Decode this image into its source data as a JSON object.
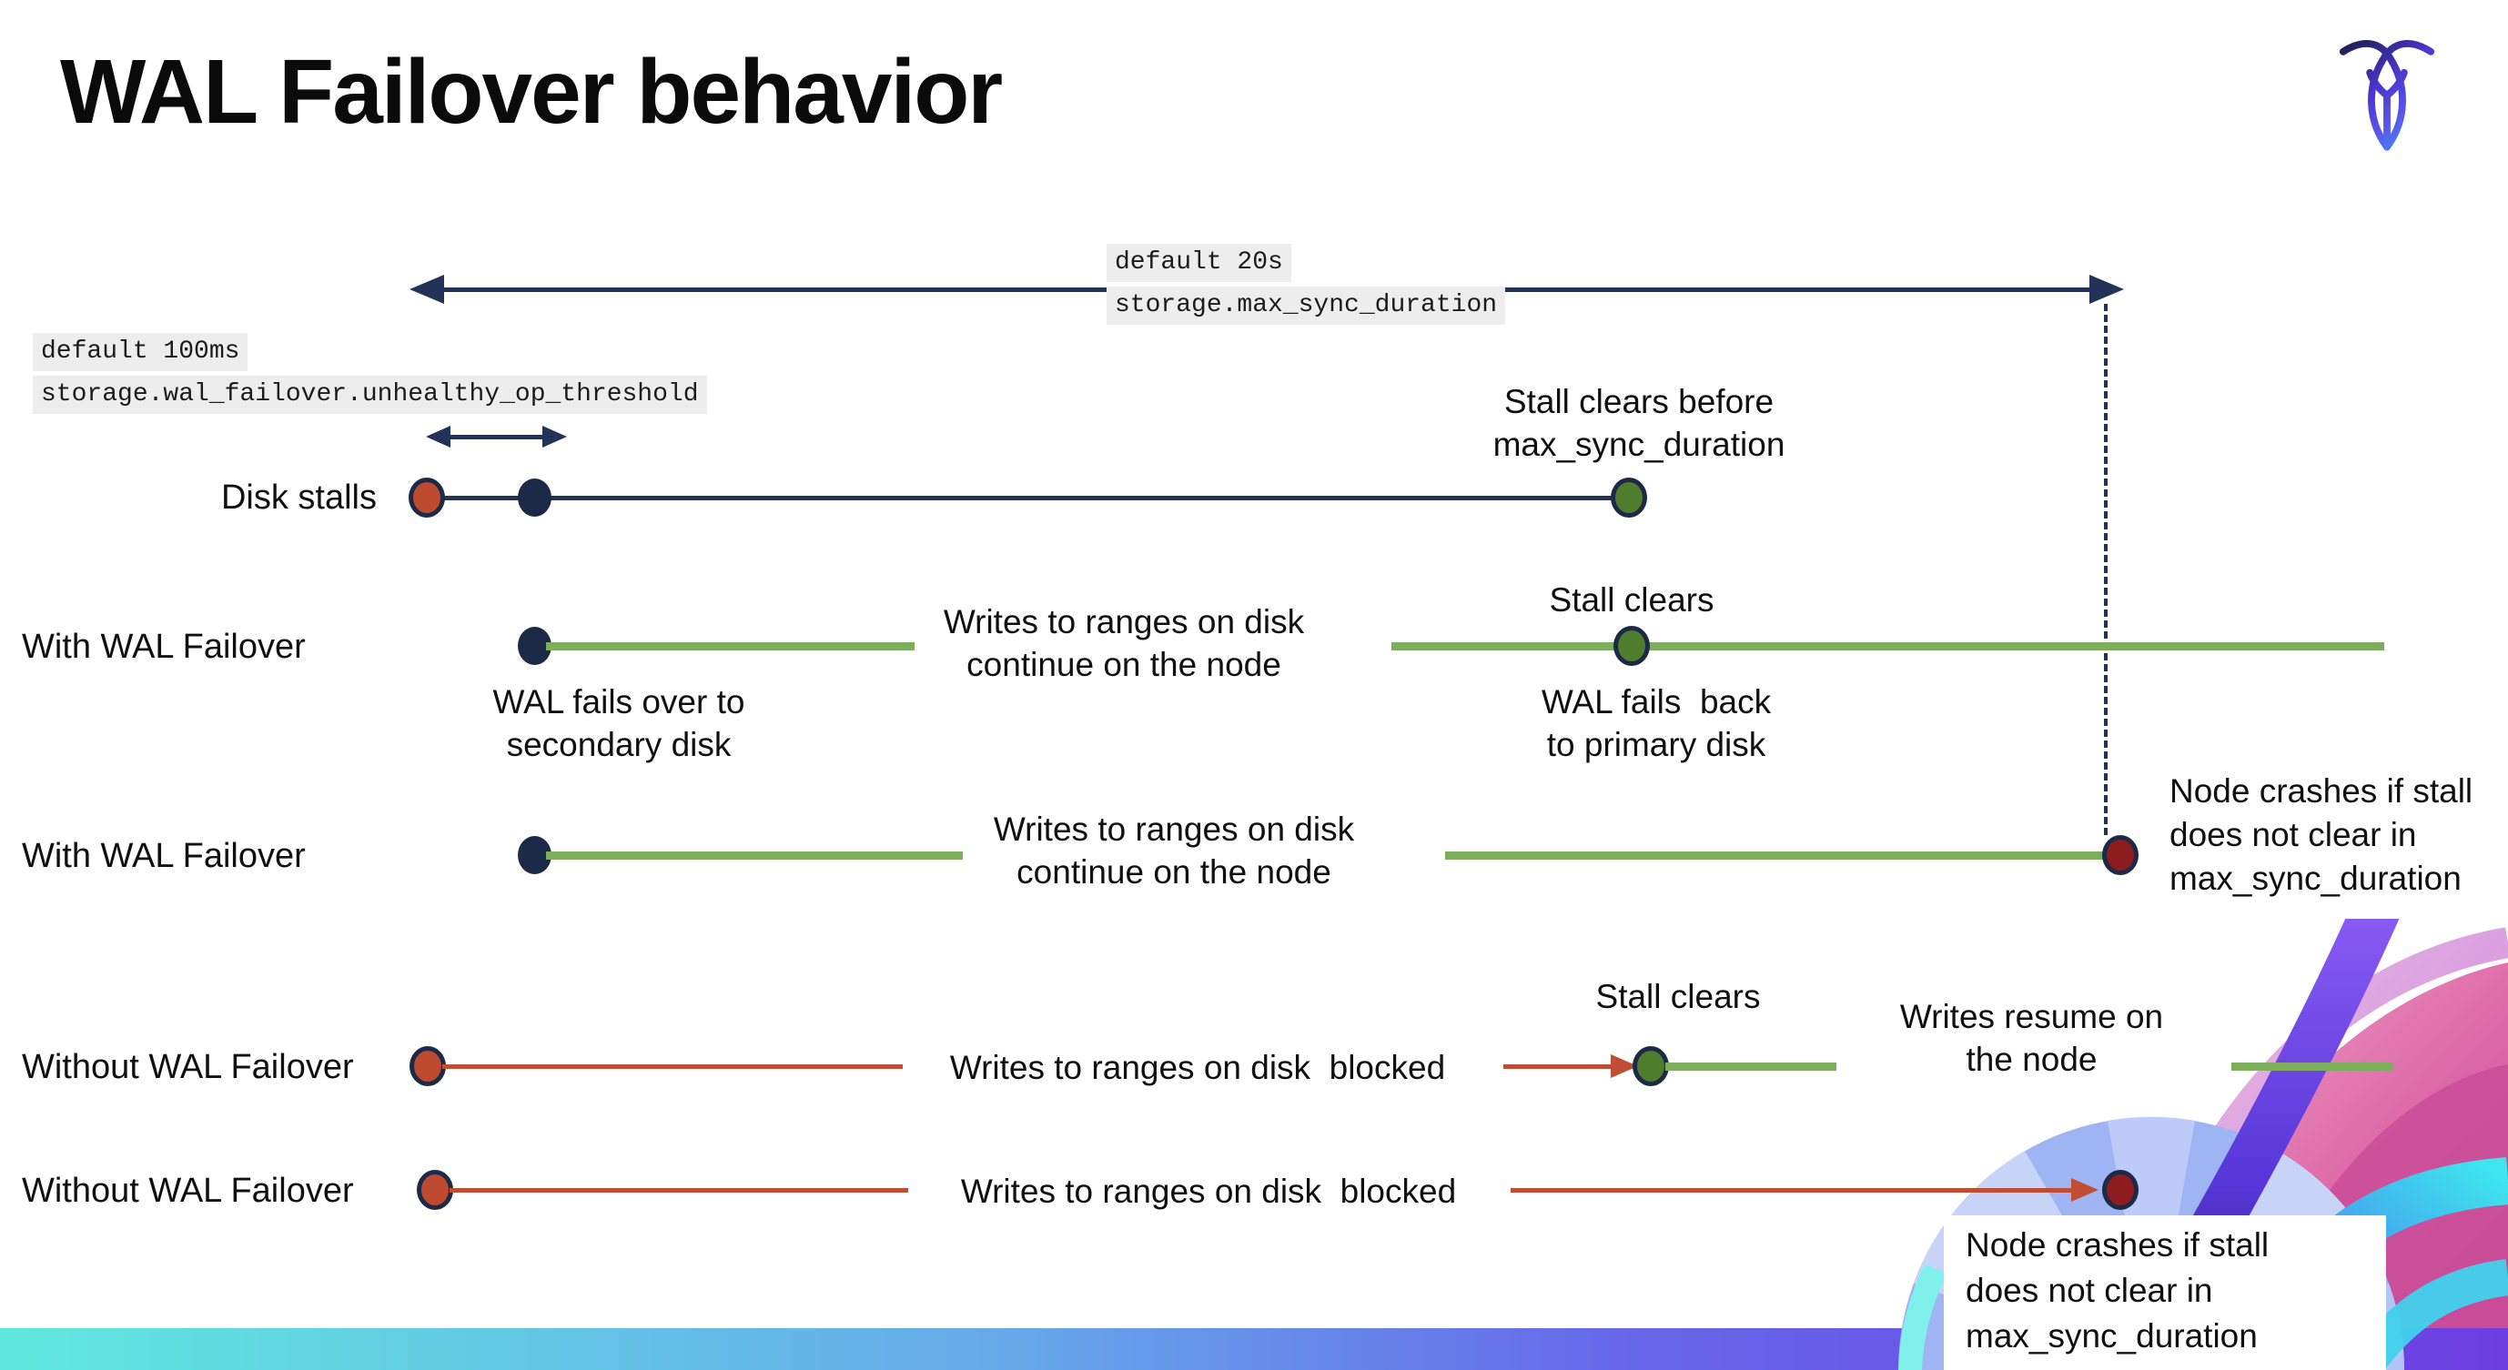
{
  "page": {
    "title": "WAL Failover behavior"
  },
  "logo": {
    "name": "cockroachdb-mark"
  },
  "config": {
    "max_sync": {
      "default_label": "default 20s",
      "setting": "storage.max_sync_duration"
    },
    "unhealthy_op": {
      "default_label": "default 100ms",
      "setting": "storage.wal_failover.unhealthy_op_threshold"
    }
  },
  "rows": {
    "r1": {
      "label": "Disk stalls",
      "clears1": "Stall clears before",
      "clears2": "max_sync_duration"
    },
    "r2": {
      "label": "With WAL Failover",
      "failover1": "WAL fails over to",
      "failover2": "secondary disk",
      "writes1": "Writes to ranges on disk",
      "writes2": "continue on the node",
      "stall": "Stall clears",
      "back1": "WAL fails  back",
      "back2": "to primary disk"
    },
    "r3": {
      "label": "With WAL Failover",
      "writes1": "Writes to ranges on disk",
      "writes2": "continue on the node",
      "crash1": "Node crashes if stall",
      "crash2": "does not clear in",
      "crash3": "max_sync_duration"
    },
    "r4": {
      "label": "Without WAL Failover",
      "blocked": "Writes to ranges on disk  blocked",
      "stall": "Stall clears",
      "resume1": "Writes resume on",
      "resume2": "the node"
    },
    "r5": {
      "label": "Without WAL Failover",
      "blocked": "Writes to ranges on disk  blocked",
      "crash1": "Node crashes if stall",
      "crash2": "does not clear in",
      "crash3": "max_sync_duration"
    }
  },
  "colors": {
    "navy_line": "#223357",
    "navy_dot": "#1C2A47",
    "red_dot": "#BE4A2F",
    "red_line": "#C04E35",
    "dark_red_dot": "#8E1B1E",
    "green_line": "#7CAE5C",
    "green_dot": "#4F7D2D",
    "code_background": "#EDEDED",
    "bottom_bar_gradient": [
      "#5FE9DE",
      "#66A9EA",
      "#6C3EE2"
    ],
    "logo_gradient": [
      "#141B38",
      "#4A33C8",
      "#5A55EE",
      "#3F8DF2",
      "#46D4F4"
    ]
  }
}
